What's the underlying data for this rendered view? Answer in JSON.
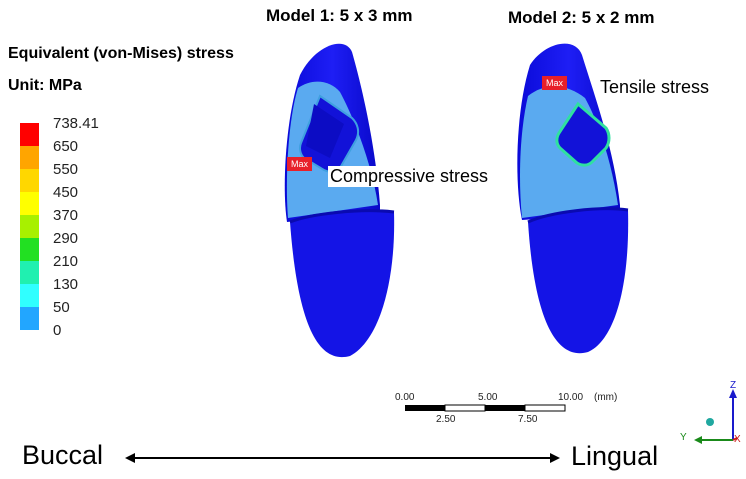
{
  "models": [
    {
      "title": "Model 1: 5 x 3 mm"
    },
    {
      "title": "Model 2: 5 x 2 mm"
    }
  ],
  "legend": {
    "title": "Equivalent (von-Mises) stress",
    "unit": "Unit: MPa",
    "levels": [
      {
        "value": "738.41",
        "color": "#ff0000"
      },
      {
        "value": "650",
        "color": "#ffa500"
      },
      {
        "value": "550",
        "color": "#ffd700"
      },
      {
        "value": "450",
        "color": "#ffff00"
      },
      {
        "value": "370",
        "color": "#a8f000"
      },
      {
        "value": "290",
        "color": "#22e022"
      },
      {
        "value": "210",
        "color": "#20f0b0"
      },
      {
        "value": "130",
        "color": "#30ffff"
      },
      {
        "value": "50",
        "color": "#22a6ff"
      },
      {
        "value": "0",
        "color": "#1010ee"
      }
    ]
  },
  "annotations": {
    "max_label": "Max",
    "compressive": "Compressive stress",
    "tensile": "Tensile stress"
  },
  "scale_bar": {
    "top_labels": [
      "0.00",
      "5.00",
      "10.00"
    ],
    "bottom_labels": [
      "2.50",
      "7.50"
    ],
    "unit": "(mm)"
  },
  "axes": {
    "z": "Z",
    "y": "Y",
    "x": "X"
  },
  "direction": {
    "left": "Buccal",
    "right": "Lingual"
  },
  "colors": {
    "deep_blue": "#1010ee",
    "light_blue": "#5aaaf0",
    "max_red": "#e8202a"
  }
}
